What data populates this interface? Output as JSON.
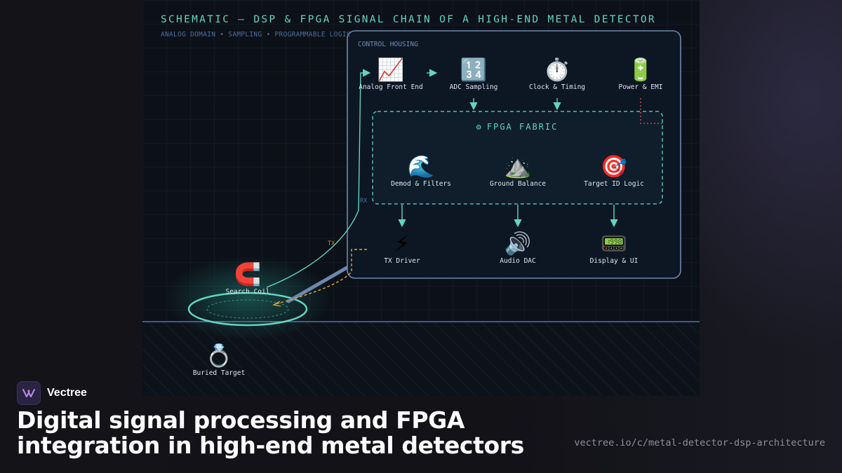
{
  "diagram": {
    "title": "SCHEMATIC — DSP & FPGA SIGNAL CHAIN OF A HIGH-END METAL DETECTOR",
    "subtitle": "ANALOG DOMAIN • SAMPLING • PROGRAMMABLE LOGIC",
    "housing_label": "CONTROL HOUSING",
    "fabric_label": "FPGA FABRIC",
    "fabric_icon": "gear-icon",
    "rx_label": "RX",
    "tx_label": "TX",
    "nodes": {
      "analog_front_end": {
        "label": "Analog Front End",
        "icon": "📈"
      },
      "adc_sampling": {
        "label": "ADC Sampling",
        "icon": "🔢"
      },
      "clock_timing": {
        "label": "Clock & Timing",
        "icon": "⏱️"
      },
      "power_emi": {
        "label": "Power & EMI",
        "icon": "🔋"
      },
      "demod_filters": {
        "label": "Demod & Filters",
        "icon": "🌊"
      },
      "ground_balance": {
        "label": "Ground Balance",
        "icon": "⛰️"
      },
      "target_id": {
        "label": "Target ID Logic",
        "icon": "🎯"
      },
      "tx_driver": {
        "label": "TX Driver",
        "icon": "⚡"
      },
      "audio_dac": {
        "label": "Audio DAC",
        "icon": "🔊"
      },
      "display_ui": {
        "label": "Display & UI",
        "icon": "📟"
      },
      "search_coil": {
        "label": "Search Coil",
        "icon": "🧲"
      },
      "buried_target": {
        "label": "Buried Target",
        "icon": "💍"
      }
    },
    "colors": {
      "accent": "#5fd6c0",
      "tx_path": "#e0a33a",
      "emi_path": "#d9575c",
      "housing_border": "#6d88ad",
      "ground_line": "#4d77a8"
    }
  },
  "footer": {
    "brand": "Vectree",
    "headline_line1": "Digital signal processing and FPGA",
    "headline_line2": "integration in high-end metal detectors",
    "url": "vectree.io/c/metal-detector-dsp-architecture"
  }
}
